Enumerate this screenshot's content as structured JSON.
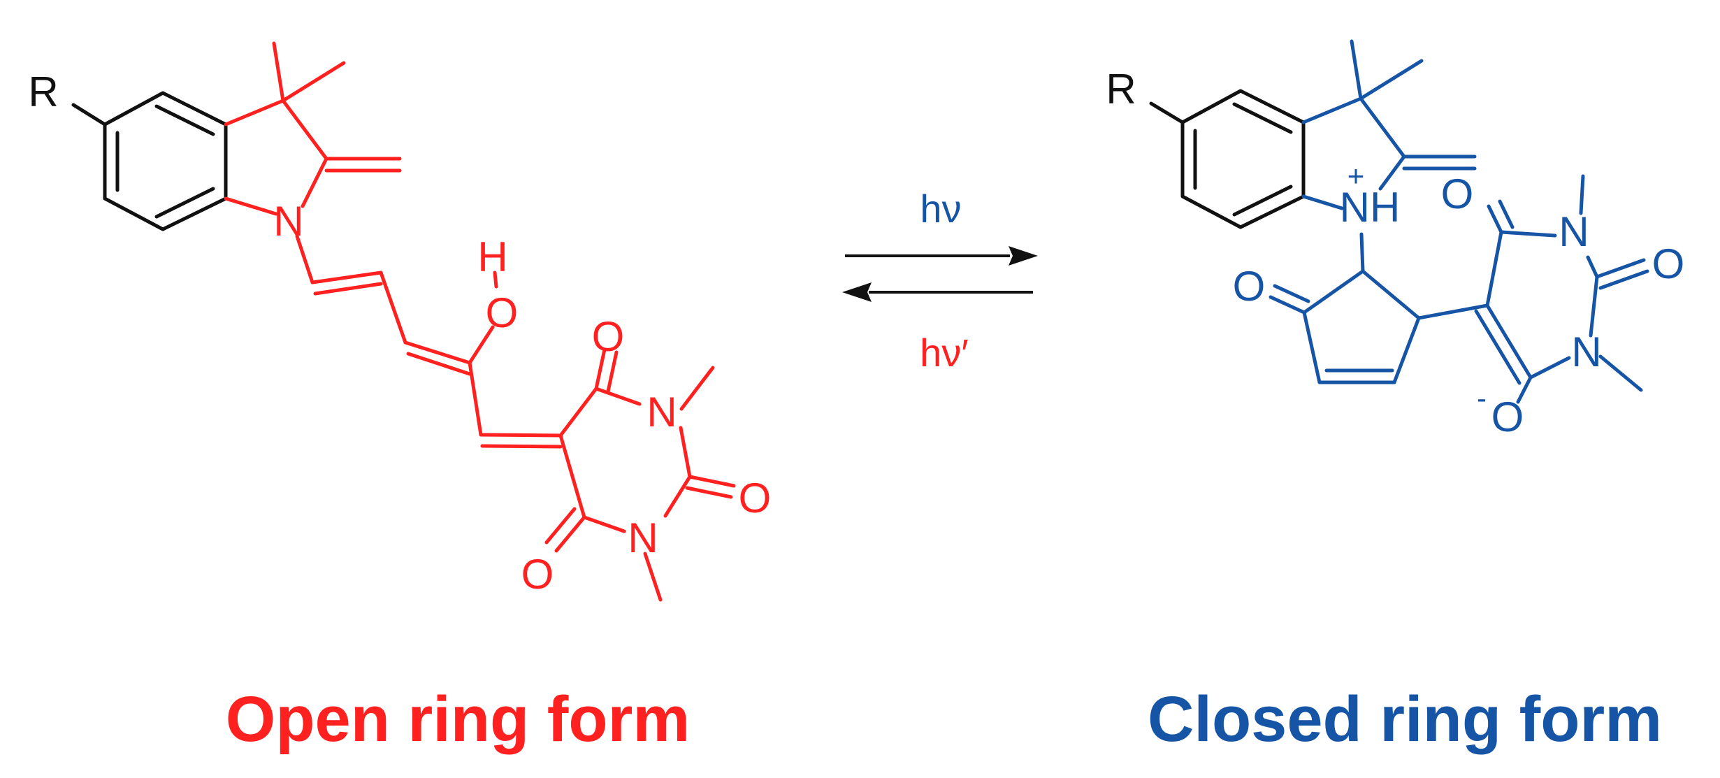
{
  "colors": {
    "open_form": "#ff2020",
    "closed_form": "#1654a5",
    "black": "#111111"
  },
  "open_form": {
    "caption": "Open ring form",
    "atoms": {
      "r": "R",
      "n_indoline": "N",
      "h_hydroxyl": "H",
      "o_hydroxyl": "O",
      "o_top": "O",
      "n_top": "N",
      "o_right": "O",
      "n_bottom": "N",
      "o_bottom": "O"
    }
  },
  "closed_form": {
    "caption": "Closed ring form",
    "atoms": {
      "r": "R",
      "nh": "NH",
      "nh_charge": "+",
      "o_top": "O",
      "n_top": "N",
      "o_right": "O",
      "n_bottom": "N",
      "o_enolate": "O",
      "o_enolate_charge": "-",
      "o_cyclopentenone": "O"
    }
  },
  "reaction": {
    "forward_label": "hν",
    "reverse_label": "hν′"
  }
}
